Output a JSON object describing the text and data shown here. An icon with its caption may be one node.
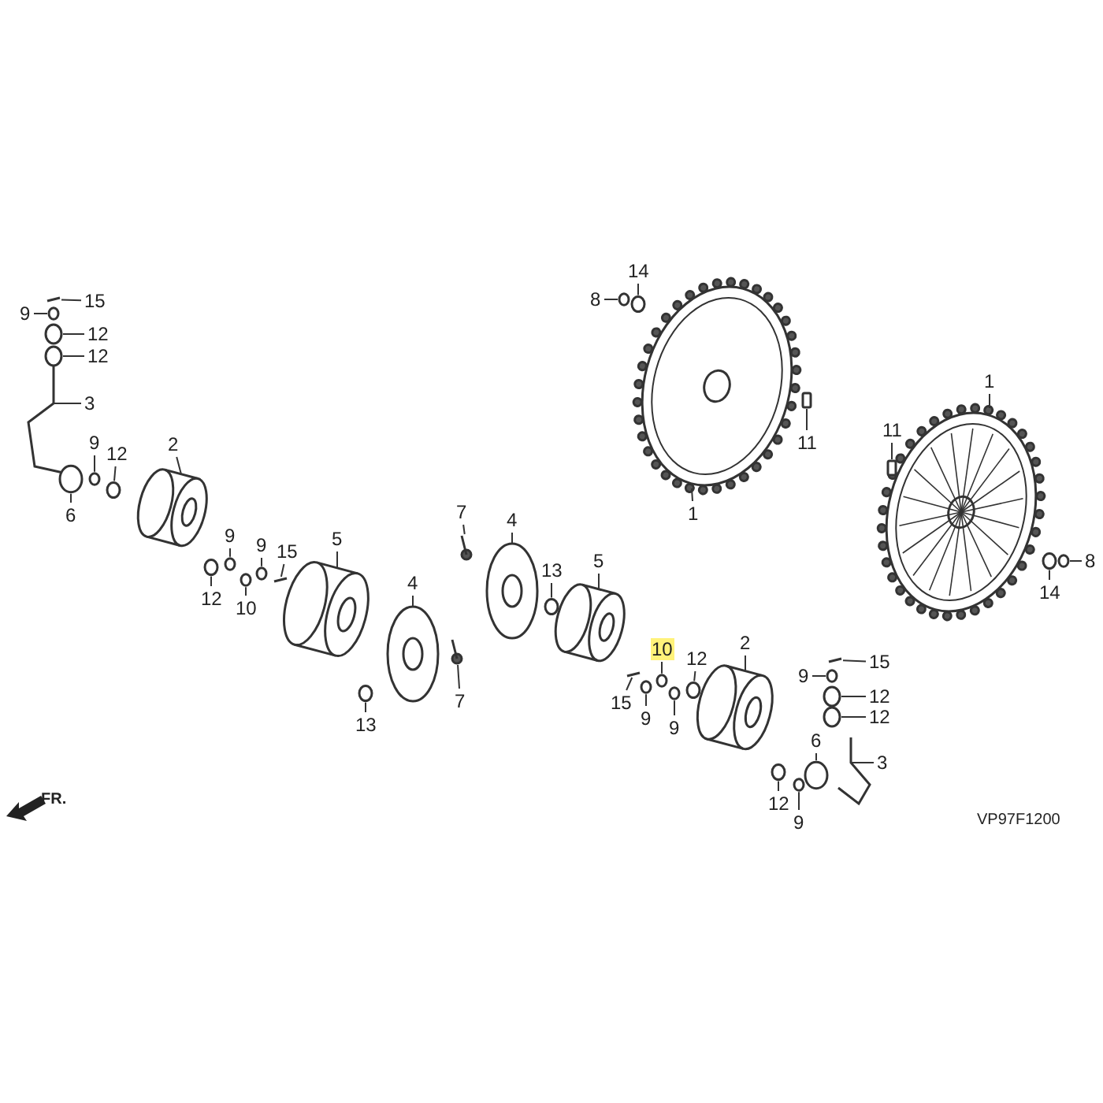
{
  "diagram": {
    "nodes": [
      {
        "text": [
          "15"
        ]
      },
      {
        "text": [
          "9"
        ]
      },
      {
        "text": [
          "12"
        ]
      },
      {
        "text": [
          "12"
        ]
      },
      {
        "text": [
          "3"
        ]
      },
      {
        "text": [
          "9"
        ]
      },
      {
        "text": [
          "12"
        ]
      },
      {
        "text": [
          "6"
        ]
      },
      {
        "text": [
          "2"
        ]
      },
      {
        "text": [
          "14"
        ]
      },
      {
        "text": [
          "8"
        ]
      },
      {
        "text": [
          "11"
        ]
      },
      {
        "text": [
          "1"
        ]
      },
      {
        "text": [
          "9"
        ]
      },
      {
        "text": [
          "9"
        ]
      },
      {
        "text": [
          "15"
        ]
      },
      {
        "text": [
          "5"
        ]
      },
      {
        "text": [
          "12"
        ]
      },
      {
        "text": [
          "10"
        ]
      },
      {
        "text": [
          "7"
        ]
      },
      {
        "text": [
          "4"
        ]
      },
      {
        "text": [
          "13"
        ]
      },
      {
        "text": [
          "5"
        ]
      },
      {
        "text": [
          "4"
        ]
      },
      {
        "text": [
          "13"
        ]
      },
      {
        "text": [
          "7"
        ]
      },
      {
        "text": [
          "1"
        ]
      },
      {
        "text": [
          "11"
        ]
      },
      {
        "text": [
          "8"
        ]
      },
      {
        "text": [
          "14"
        ]
      },
      {
        "text": [
          "10"
        ]
      },
      {
        "text": [
          "12"
        ]
      },
      {
        "text": [
          "2"
        ]
      },
      {
        "text": [
          "15"
        ]
      },
      {
        "text": [
          "9"
        ]
      },
      {
        "text": [
          "9"
        ]
      },
      {
        "text": [
          "15"
        ]
      },
      {
        "text": [
          "9"
        ]
      },
      {
        "text": [
          "12"
        ]
      },
      {
        "text": [
          "12"
        ]
      },
      {
        "text": [
          "6"
        ]
      },
      {
        "text": [
          "3"
        ]
      },
      {
        "text": [
          "12"
        ]
      },
      {
        "text": [
          "9"
        ]
      },
      {
        "text": [],
        "shape": "picture"
      },
      {
        "text": [],
        "shape": "circle"
      },
      {
        "text": [],
        "shape": "circle"
      },
      {
        "text": [],
        "shape": "circle"
      },
      {
        "text": [],
        "shape": "picture"
      },
      {
        "text": [],
        "shape": "circle"
      },
      {
        "text": [],
        "shape": "circle"
      },
      {
        "text": [],
        "shape": "circle"
      },
      {
        "text": [],
        "shape": "cylinder"
      },
      {
        "text": [],
        "shape": "circle"
      },
      {
        "text": [],
        "shape": "circle"
      },
      {
        "text": [],
        "shape": "box"
      },
      {
        "text": [],
        "shape": "picture"
      },
      {
        "text": [],
        "shape": "circle"
      },
      {
        "text": [],
        "shape": "circle"
      },
      {
        "text": [],
        "shape": "picture"
      },
      {
        "text": [],
        "shape": "cylinder"
      },
      {
        "text": [],
        "shape": "circle"
      },
      {
        "text": [],
        "shape": "circle"
      },
      {
        "text": [],
        "shape": "picture"
      },
      {
        "text": [],
        "shape": "picture"
      },
      {
        "text": [],
        "shape": "circle"
      },
      {
        "text": [],
        "shape": "cylinder"
      },
      {
        "text": [],
        "shape": "picture"
      },
      {
        "text": [],
        "shape": "circle"
      },
      {
        "text": [],
        "shape": "picture"
      },
      {
        "text": [],
        "shape": "picture"
      },
      {
        "text": [],
        "shape": "box"
      },
      {
        "text": [],
        "shape": "circle"
      },
      {
        "text": [],
        "shape": "circle"
      },
      {
        "text": [],
        "shape": "circle"
      },
      {
        "text": [],
        "shape": "circle"
      },
      {
        "text": [],
        "shape": "cylinder"
      },
      {
        "text": [],
        "shape": "picture"
      },
      {
        "text": [],
        "shape": "circle"
      },
      {
        "text": [],
        "shape": "circle"
      },
      {
        "text": [],
        "shape": "picture"
      },
      {
        "text": [],
        "shape": "circle"
      },
      {
        "text": [],
        "shape": "circle"
      },
      {
        "text": [],
        "shape": "circle"
      },
      {
        "text": [],
        "shape": "circle"
      },
      {
        "text": [],
        "shape": "picture"
      },
      {
        "text": [],
        "shape": "circle"
      },
      {
        "text": [],
        "shape": "circle"
      }
    ],
    "edges": [
      {
        "from": 0,
        "to": 44,
        "arrow": "none"
      },
      {
        "from": 1,
        "to": 45,
        "arrow": "none"
      },
      {
        "from": 2,
        "to": 46,
        "arrow": "none"
      },
      {
        "from": 3,
        "to": 47,
        "arrow": "none"
      },
      {
        "from": 4,
        "to": 48,
        "arrow": "none"
      },
      {
        "from": 5,
        "to": 49,
        "arrow": "none"
      },
      {
        "from": 6,
        "to": 50,
        "arrow": "none"
      },
      {
        "from": 7,
        "to": 51,
        "arrow": "none"
      },
      {
        "from": 8,
        "to": 52,
        "arrow": "none"
      },
      {
        "from": 9,
        "to": 53,
        "arrow": "none"
      },
      {
        "from": 10,
        "to": 54,
        "arrow": "none"
      },
      {
        "from": 11,
        "to": 55,
        "arrow": "none"
      },
      {
        "from": 12,
        "to": 56,
        "arrow": "none"
      },
      {
        "from": 13,
        "to": 57,
        "arrow": "none"
      },
      {
        "from": 14,
        "to": 58,
        "arrow": "none"
      },
      {
        "from": 15,
        "to": 59,
        "arrow": "none"
      },
      {
        "from": 16,
        "to": 60,
        "arrow": "none"
      },
      {
        "from": 17,
        "to": 61,
        "arrow": "none"
      },
      {
        "from": 18,
        "to": 62,
        "arrow": "none"
      },
      {
        "from": 19,
        "to": 63,
        "arrow": "none"
      },
      {
        "from": 20,
        "to": 64,
        "arrow": "none"
      },
      {
        "from": 21,
        "to": 65,
        "arrow": "none"
      },
      {
        "from": 22,
        "to": 66,
        "arrow": "none"
      },
      {
        "from": 23,
        "to": 67,
        "arrow": "none"
      },
      {
        "from": 24,
        "to": 68,
        "arrow": "none"
      },
      {
        "from": 25,
        "to": 69,
        "arrow": "none"
      },
      {
        "from": 26,
        "to": 70,
        "arrow": "none"
      },
      {
        "from": 27,
        "to": 71,
        "arrow": "none"
      },
      {
        "from": 28,
        "to": 72,
        "arrow": "none"
      },
      {
        "from": 29,
        "to": 73,
        "arrow": "none"
      },
      {
        "from": 30,
        "to": 74,
        "arrow": "none"
      },
      {
        "from": 31,
        "to": 75,
        "arrow": "none"
      },
      {
        "from": 32,
        "to": 76,
        "arrow": "none"
      },
      {
        "from": 33,
        "to": 77,
        "arrow": "none"
      },
      {
        "from": 34,
        "to": 78,
        "arrow": "none"
      },
      {
        "from": 35,
        "to": 79,
        "arrow": "none"
      },
      {
        "from": 36,
        "to": 80,
        "arrow": "none"
      },
      {
        "from": 37,
        "to": 81,
        "arrow": "none"
      },
      {
        "from": 38,
        "to": 82,
        "arrow": "none"
      },
      {
        "from": 39,
        "to": 83,
        "arrow": "none"
      },
      {
        "from": 40,
        "to": 84,
        "arrow": "none"
      },
      {
        "from": 41,
        "to": 85,
        "arrow": "none"
      },
      {
        "from": 42,
        "to": 86,
        "arrow": "none"
      },
      {
        "from": 43,
        "to": 87,
        "arrow": "none"
      }
    ],
    "labels": [
      "FR.",
      "VP97F1200"
    ]
  }
}
